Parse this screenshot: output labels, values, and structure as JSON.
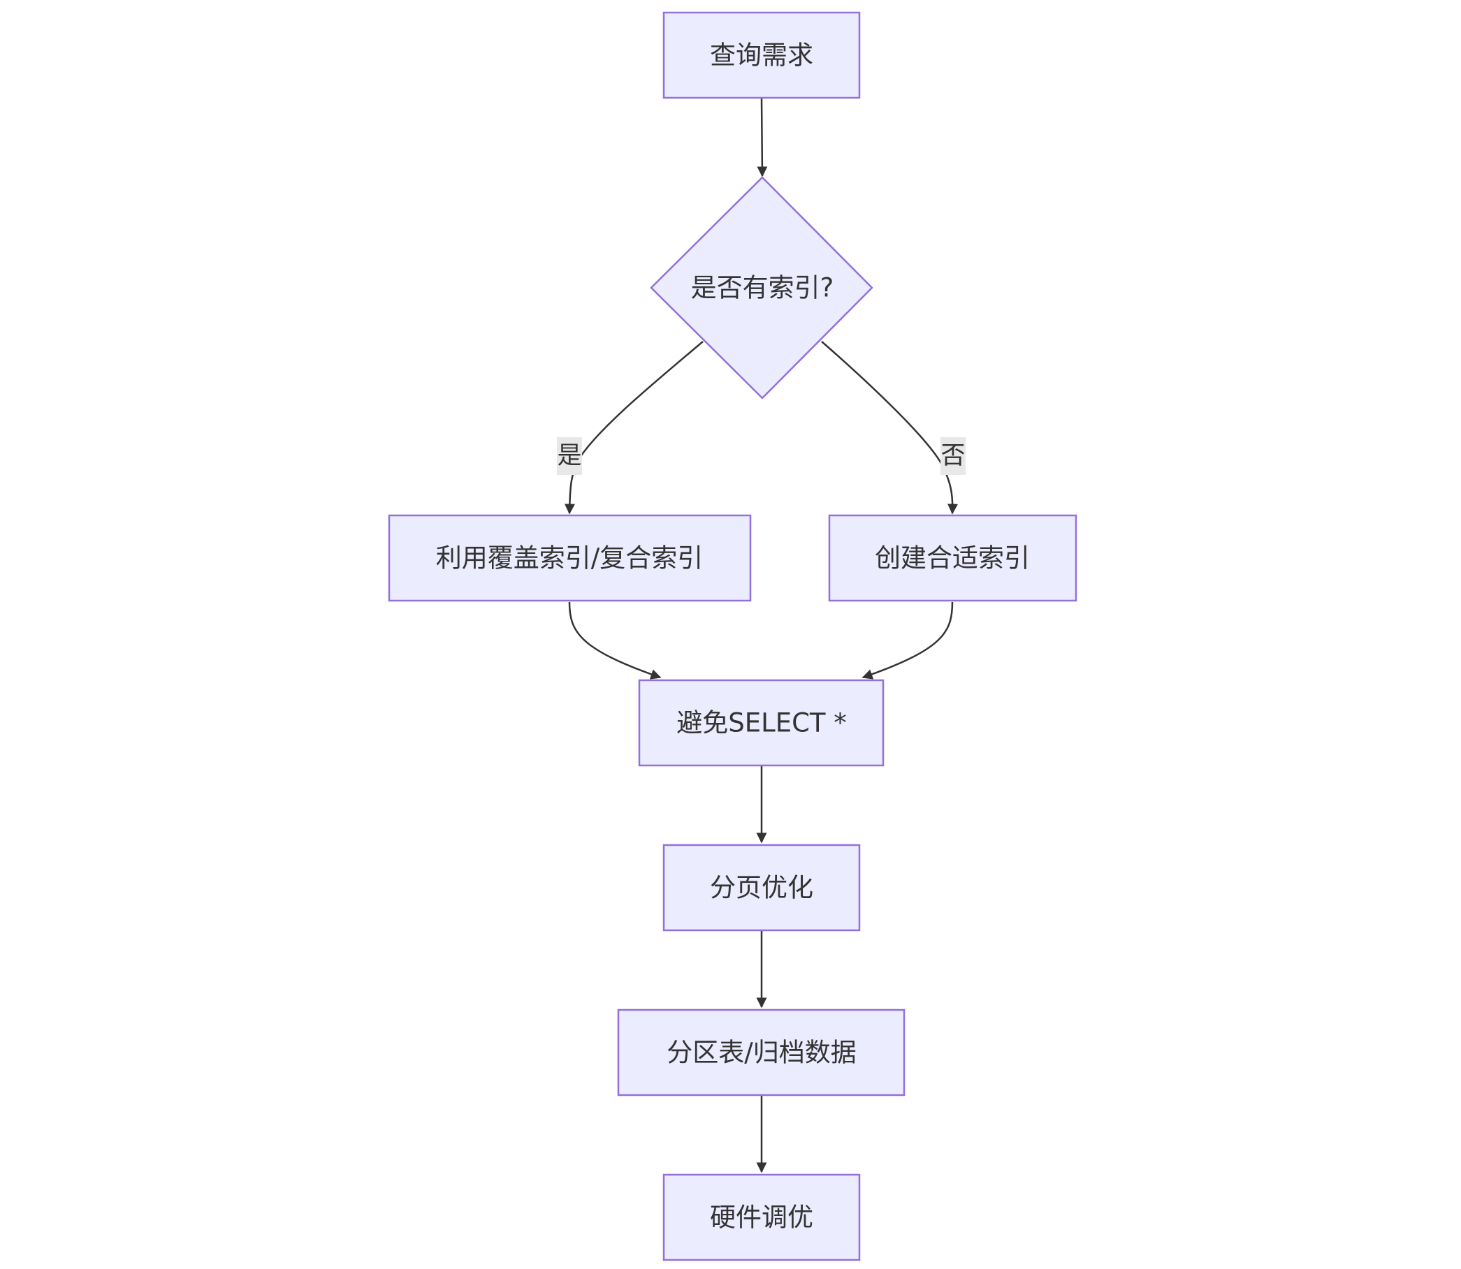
{
  "diagram": {
    "nodes": {
      "query_need": {
        "label": "查询需求",
        "shape": "rect"
      },
      "has_index": {
        "label": "是否有索引?",
        "shape": "diamond"
      },
      "use_covering": {
        "label": "利用覆盖索引/复合索引",
        "shape": "rect"
      },
      "create_index": {
        "label": "创建合适索引",
        "shape": "rect"
      },
      "avoid_select": {
        "label": "避免SELECT *",
        "shape": "rect"
      },
      "paging": {
        "label": "分页优化",
        "shape": "rect"
      },
      "partition": {
        "label": "分区表/归档数据",
        "shape": "rect"
      },
      "hardware": {
        "label": "硬件调优",
        "shape": "rect"
      }
    },
    "edges": {
      "yes_label": "是",
      "no_label": "否"
    },
    "colors": {
      "node_fill": "#ECECFF",
      "node_stroke": "#9370DB",
      "edge": "#333333",
      "text": "#333333",
      "label_bg": "#e8e8e8"
    }
  }
}
